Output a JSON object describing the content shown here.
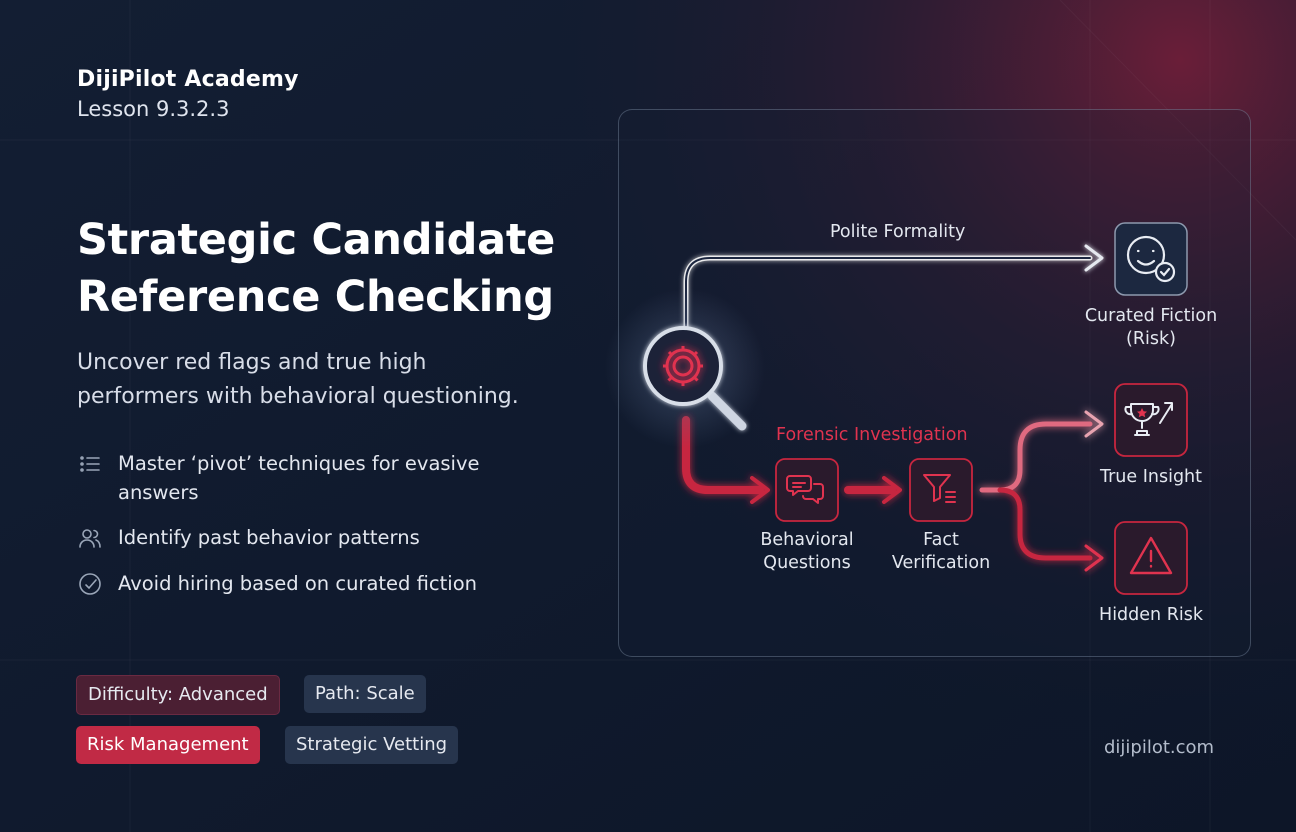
{
  "brand": {
    "name": "DijiPilot Academy",
    "lesson": "Lesson 9.3.2.3"
  },
  "hero": {
    "title_line1": "Strategic Candidate",
    "title_line2": "Reference Checking",
    "subtitle_line1": "Uncover red flags and true high",
    "subtitle_line2": "performers with behavioral questioning."
  },
  "bullets": [
    {
      "icon": "list-icon",
      "text_line1": "Master ‘pivot’ techniques for evasive",
      "text_line2": "answers"
    },
    {
      "icon": "users-icon",
      "text_line1": "Identify past behavior patterns"
    },
    {
      "icon": "target-icon",
      "text_line1": "Avoid hiring based on curated fiction"
    }
  ],
  "tags": [
    {
      "label": "Difficulty: Advanced",
      "style": "dark-red"
    },
    {
      "label": "Path: Scale",
      "style": "slate"
    },
    {
      "label": "Risk Management",
      "style": "red"
    },
    {
      "label": "Strategic Vetting",
      "style": "slate"
    }
  ],
  "diagram": {
    "top_path_label": "Polite Formality",
    "bottom_path_label": "Forensic Investigation",
    "start_icon": "magnifier-gear-icon",
    "nodes": [
      {
        "icon": "smile-check-icon",
        "label_line1": "Curated Fiction",
        "label_line2": "(Risk)"
      },
      {
        "icon": "chat-bubbles-icon",
        "label_line1": "Behavioral",
        "label_line2": "Questions"
      },
      {
        "icon": "filter-icon",
        "label_line1": "Fact",
        "label_line2": "Verification"
      },
      {
        "icon": "trophy-icon",
        "label_line1": "True Insight"
      },
      {
        "icon": "warning-icon",
        "label_line1": "Hidden Risk"
      }
    ]
  },
  "footer": {
    "site": "dijipilot.com"
  },
  "colors": {
    "accent_red": "#e0334f",
    "background": "#0f1a2e",
    "panel_border": "#5a6880"
  }
}
